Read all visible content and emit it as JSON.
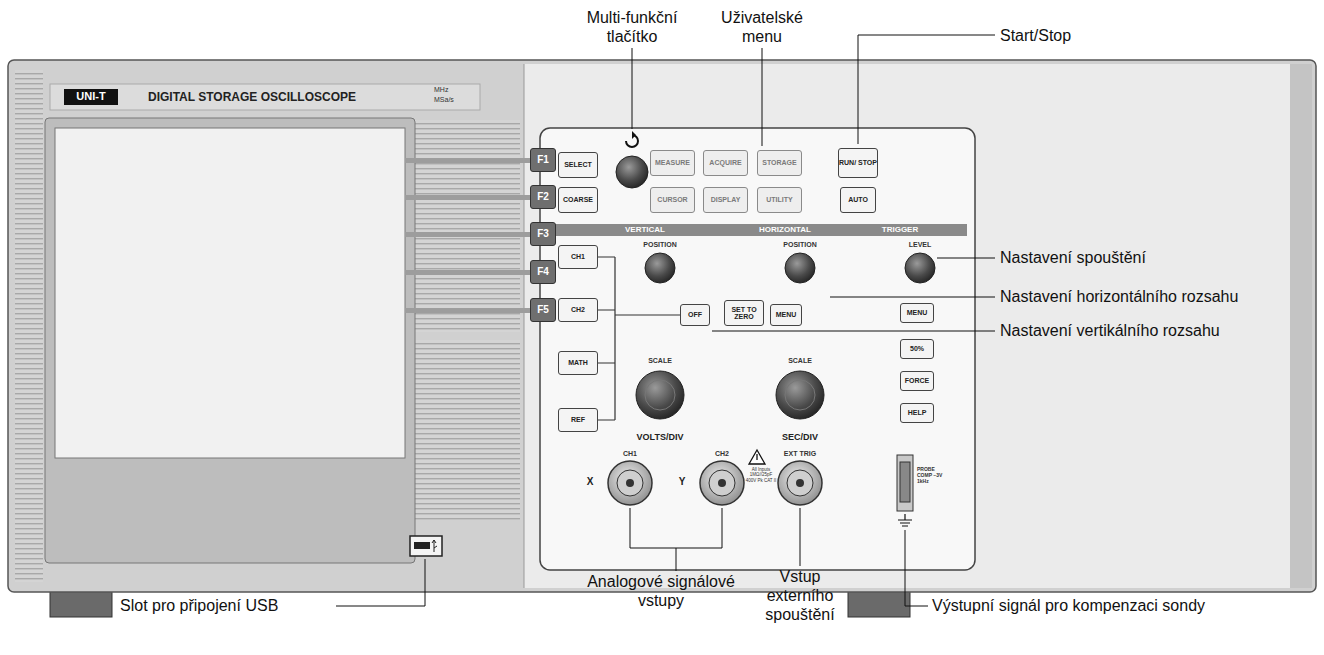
{
  "diagram": {
    "nodes": [
      {
        "text": [
          "SELECT"
        ]
      },
      {
        "text": [
          "COARSE"
        ]
      },
      {
        "text": [
          "MEASURE"
        ]
      },
      {
        "text": [
          "ACQUIRE"
        ]
      },
      {
        "text": [
          "STORAGE"
        ]
      },
      {
        "text": [
          "CURSOR"
        ]
      },
      {
        "text": [
          "DISPLAY"
        ]
      },
      {
        "text": [
          "UTILITY"
        ]
      },
      {
        "text": [
          "RUN/ STOP"
        ]
      },
      {
        "text": [
          "AUTO"
        ]
      },
      {
        "text": [
          "F1"
        ]
      },
      {
        "text": [
          "F2"
        ]
      },
      {
        "text": [
          "F3"
        ]
      },
      {
        "text": [
          "F4"
        ]
      },
      {
        "text": [
          "F5"
        ]
      },
      {
        "text": [
          "CH1"
        ]
      },
      {
        "text": [
          "CH2"
        ]
      },
      {
        "text": [
          "MATH"
        ]
      },
      {
        "text": [
          "REF"
        ]
      },
      {
        "text": [
          "OFF"
        ]
      },
      {
        "text": [
          "SET TO ZERO"
        ]
      },
      {
        "text": [
          "MENU"
        ]
      },
      {
        "text": [
          "MENU"
        ]
      },
      {
        "text": [
          "50%"
        ]
      },
      {
        "text": [
          "FORCE"
        ]
      },
      {
        "text": [
          "HELP"
        ]
      }
    ],
    "labels": [
      "Multi-funkční tlačítko",
      "Uživatelské menu",
      "Start/Stop",
      "Nastavení spouštění",
      "Nastavení horizontálního rozsahu",
      "Nastavení vertikálního rozsahu",
      "Výstupní signál pro kompenzaci sondy",
      "Vstup externího spouštění",
      "Analogové signálové vstupy",
      "Slot pro připojení USB",
      "UNI-T",
      "DIGITAL STORAGE OSCILLOSCOPE",
      "MHz",
      "MSa/s",
      "VERTICAL",
      "HORIZONTAL",
      "TRIGGER",
      "POSITION",
      "POSITION",
      "LEVEL",
      "SCALE",
      "SCALE",
      "VOLTS/DIV",
      "SEC/DIV",
      "CH1",
      "CH2",
      "EXT TRIG",
      "X",
      "Y",
      "All Inputs 1MΩ//25pF 400V Pk CAT II",
      "PROBE COMP ~3V 1kHz"
    ]
  }
}
